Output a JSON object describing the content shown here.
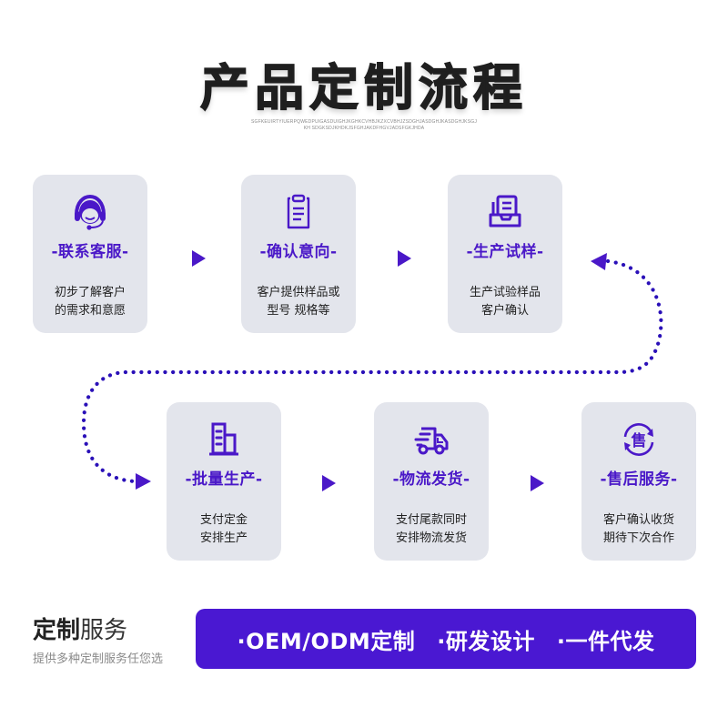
{
  "title": "产品定制流程",
  "subtitle": "SGFKEUIRTYIUERPQWEDPUIGASDUIGHJKGHKCVHBJKZXCVBHJZSDGHJASDGHJKASDGHJKSGJKH SDGKSDJKHDKJSFGHJAKDFHGVJADSFGKJHDA",
  "colors": {
    "accent": "#4a18c8",
    "card_bg": "#e3e5ec",
    "banner_bg": "#4a18d2",
    "text_dark": "#222222"
  },
  "steps": [
    {
      "icon": "headset-agent-icon",
      "title": "-联系客服-",
      "desc_line1": "初步了解客户",
      "desc_line2": "的需求和意愿"
    },
    {
      "icon": "clipboard-icon",
      "title": "-确认意向-",
      "desc_line1": "客户提供样品或",
      "desc_line2": "型号 规格等"
    },
    {
      "icon": "document-tray-icon",
      "title": "-生产试样-",
      "desc_line1": "生产试验样品",
      "desc_line2": "客户确认"
    },
    {
      "icon": "building-icon",
      "title": "-批量生产-",
      "desc_line1": "支付定金",
      "desc_line2": "安排生产"
    },
    {
      "icon": "delivery-truck-icon",
      "title": "-物流发货-",
      "desc_line1": "支付尾款同时",
      "desc_line2": "安排物流发货"
    },
    {
      "icon": "after-sales-icon",
      "title": "-售后服务-",
      "desc_line1": "客户确认收货",
      "desc_line2": "期待下次合作",
      "icon_glyph": "售"
    }
  ],
  "service": {
    "title_bold": "定制",
    "title_light": "服务",
    "subtitle": "提供多种定制服务任您选",
    "items": [
      "·OEM/ODM定制",
      "·研发设计",
      "·一件代发"
    ]
  }
}
